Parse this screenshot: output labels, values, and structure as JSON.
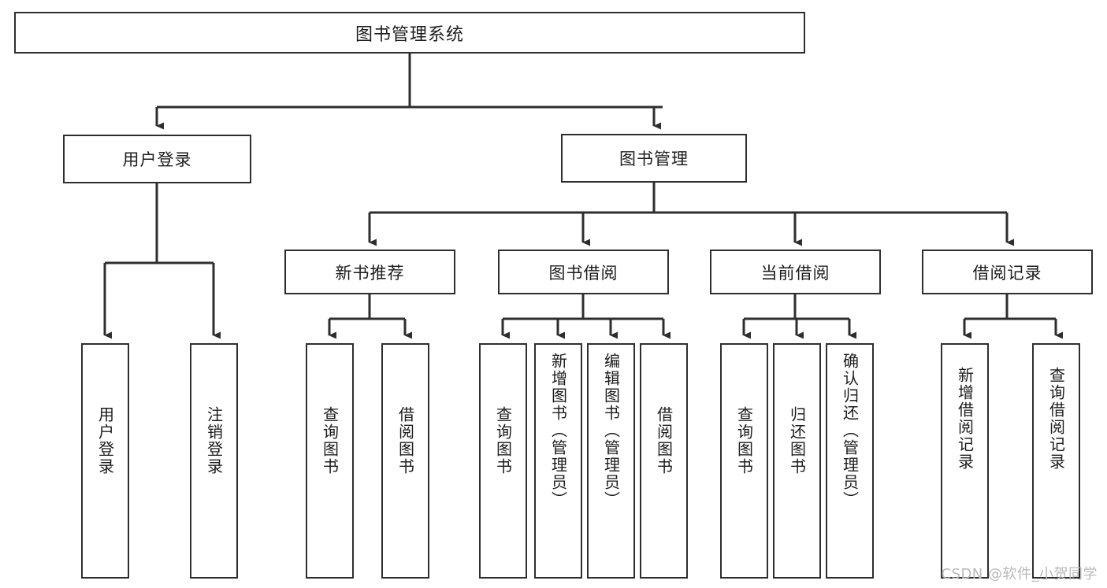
{
  "diagram": {
    "title": "图书管理系统",
    "type": "功能结构图",
    "watermark": "CSDN @软件_小贺同学",
    "line_color": "#2e2e2e",
    "box_fill": "#ffffff",
    "text_color": "#1c1c1c",
    "root": {
      "label": "图书管理系统"
    },
    "level2": [
      {
        "label": "用户登录"
      },
      {
        "label": "图书管理"
      }
    ],
    "level3": [
      {
        "label": "新书推荐"
      },
      {
        "label": "图书借阅"
      },
      {
        "label": "当前借阅"
      },
      {
        "label": "借阅记录"
      }
    ],
    "leaves": {
      "user_login": [
        {
          "label": "用户登录"
        },
        {
          "label": "注销登录"
        }
      ],
      "new_book_recommend": [
        {
          "label": "查询图书"
        },
        {
          "label": "借阅图书"
        }
      ],
      "book_borrow": [
        {
          "label": "查询图书"
        },
        {
          "label": "新增图书（管理员）"
        },
        {
          "label": "编辑图书（管理员）"
        },
        {
          "label": "借阅图书"
        }
      ],
      "current_borrow": [
        {
          "label": "查询图书"
        },
        {
          "label": "归还图书"
        },
        {
          "label": "确认归还（管理员）"
        }
      ],
      "borrow_record": [
        {
          "label": "新增借阅记录"
        },
        {
          "label": "查询借阅记录"
        }
      ]
    }
  },
  "chart_data": {
    "type": "diagram",
    "title": "图书管理系统",
    "hierarchy": [
      {
        "label": "图书管理系统",
        "children": [
          {
            "label": "用户登录",
            "children": [
              {
                "label": "用户登录"
              },
              {
                "label": "注销登录"
              }
            ]
          },
          {
            "label": "图书管理",
            "children": [
              {
                "label": "新书推荐",
                "children": [
                  {
                    "label": "查询图书"
                  },
                  {
                    "label": "借阅图书"
                  }
                ]
              },
              {
                "label": "图书借阅",
                "children": [
                  {
                    "label": "查询图书"
                  },
                  {
                    "label": "新增图书（管理员）"
                  },
                  {
                    "label": "编辑图书（管理员）"
                  },
                  {
                    "label": "借阅图书"
                  }
                ]
              },
              {
                "label": "当前借阅",
                "children": [
                  {
                    "label": "查询图书"
                  },
                  {
                    "label": "归还图书"
                  },
                  {
                    "label": "确认归还（管理员）"
                  }
                ]
              },
              {
                "label": "借阅记录",
                "children": [
                  {
                    "label": "新增借阅记录"
                  },
                  {
                    "label": "查询借阅记录"
                  }
                ]
              }
            ]
          }
        ]
      }
    ]
  }
}
